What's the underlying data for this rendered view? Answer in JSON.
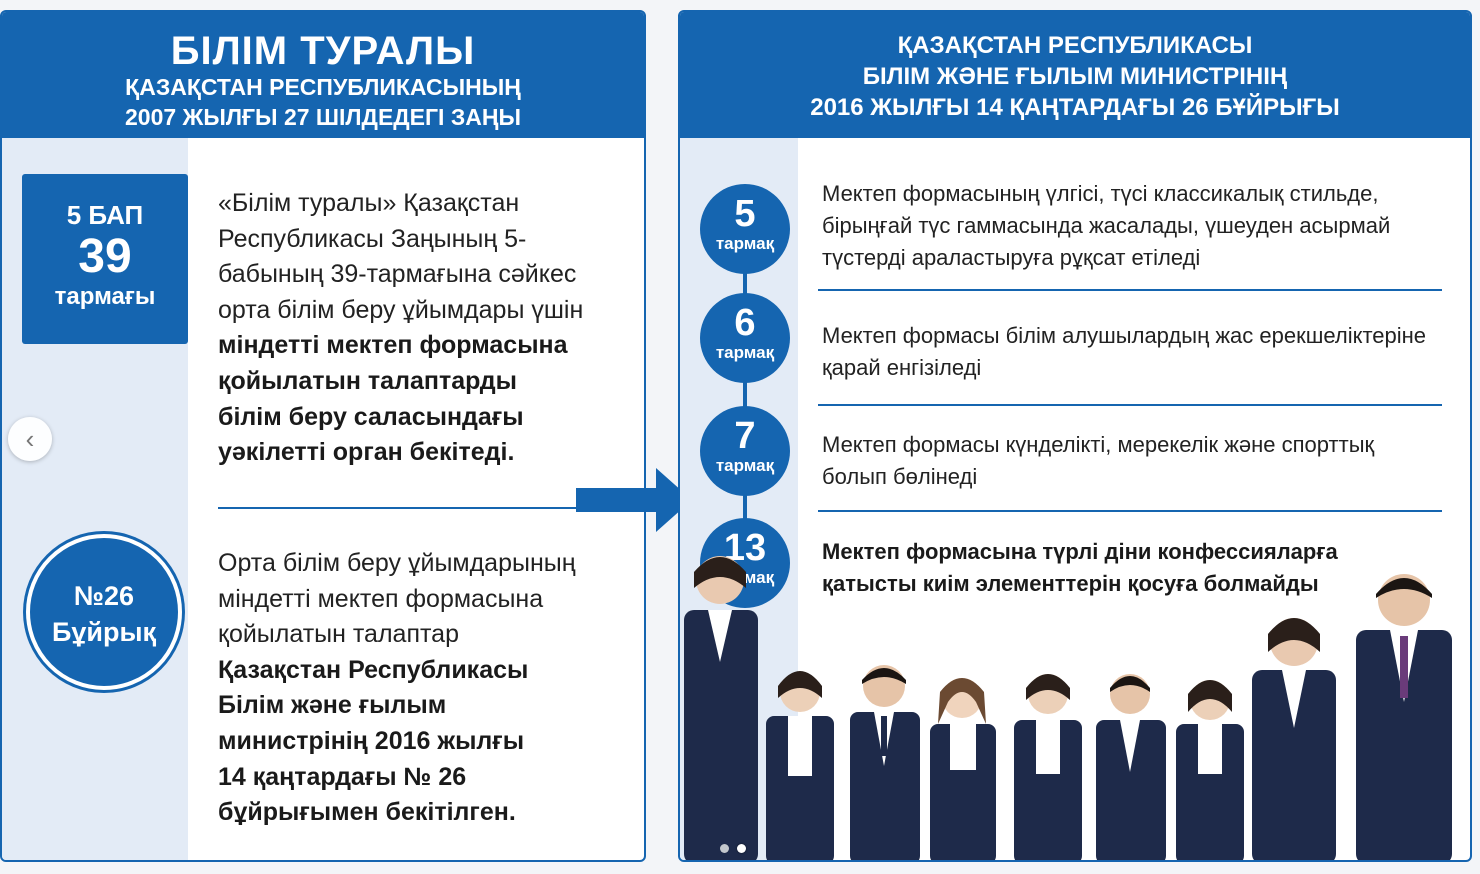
{
  "left": {
    "title": "БІЛІМ ТУРАЛЫ",
    "subtitle_line1": "ҚАЗАҚСТАН РЕСПУБЛИКАСЫНЫҢ",
    "subtitle_line2": "2007 ЖЫЛҒЫ 27 ШІЛДЕДЕГІ ЗАҢЫ",
    "article_box": {
      "line1": "5 БАП",
      "line2": "39",
      "line3": "тармағы"
    },
    "article_text": {
      "plain": [
        "«Білім туралы» Қазақстан",
        "Республикасы Заңының 5-",
        "бабының 39-тармағына сәйкес",
        "орта білім беру ұйымдары үшін"
      ],
      "bold": [
        "міндетті мектеп формасына",
        "қойылатын талаптарды",
        "білім беру саласындағы",
        "уәкілетті орган бекітеді."
      ]
    },
    "order_circle": {
      "line1": "№26",
      "line2": "Бұйрық"
    },
    "order_text": {
      "plain": [
        "Орта білім беру ұйымдарының",
        "міндетті мектеп формасына",
        "қойылатын талаптар"
      ],
      "bold": [
        "Қазақстан Республикасы",
        "Білім және ғылым",
        "министрінің 2016 жылғы",
        "14 қаңтардағы № 26",
        "бұйрығымен бекітілген."
      ]
    }
  },
  "right": {
    "title_line1": "ҚАЗАҚСТАН РЕСПУБЛИКАСЫ",
    "title_line2": "БІЛІМ ЖӘНЕ ҒЫЛЫМ МИНИСТРІНІҢ",
    "title_line3": "2016 ЖЫЛҒЫ 14 ҚАҢТАРДАҒЫ 26 БҰЙРЫҒЫ",
    "clauses": [
      {
        "num": "5",
        "label": "тармақ",
        "lines": [
          "Мектеп формасының үлгісі, түсі классикалық стильде,",
          "бірыңғай түс гаммасында жасалады, үшеуден асырмай",
          "түстерді араластыруға рұқсат етіледі"
        ]
      },
      {
        "num": "6",
        "label": "тармақ",
        "lines": [
          "Мектеп формасы білім алушылардың жас ерекшеліктеріне",
          "қарай енгізіледі"
        ]
      },
      {
        "num": "7",
        "label": "тармақ",
        "lines": [
          "Мектеп формасы күнделікті, мерекелік және спорттық",
          "болып бөлінеді"
        ]
      },
      {
        "num": "13",
        "label": "тармақ",
        "lines": [
          "Мектеп формасына түрлі діни конфессияларға",
          "қатысты киім элементтерін қосуға болмайды"
        ]
      }
    ]
  },
  "colors": {
    "brand_blue": "#1565b0",
    "strip": "#e3ebf6",
    "uniform_navy": "#1e2a4a"
  },
  "carousel": {
    "slide_count": 2,
    "active_index": 1
  }
}
